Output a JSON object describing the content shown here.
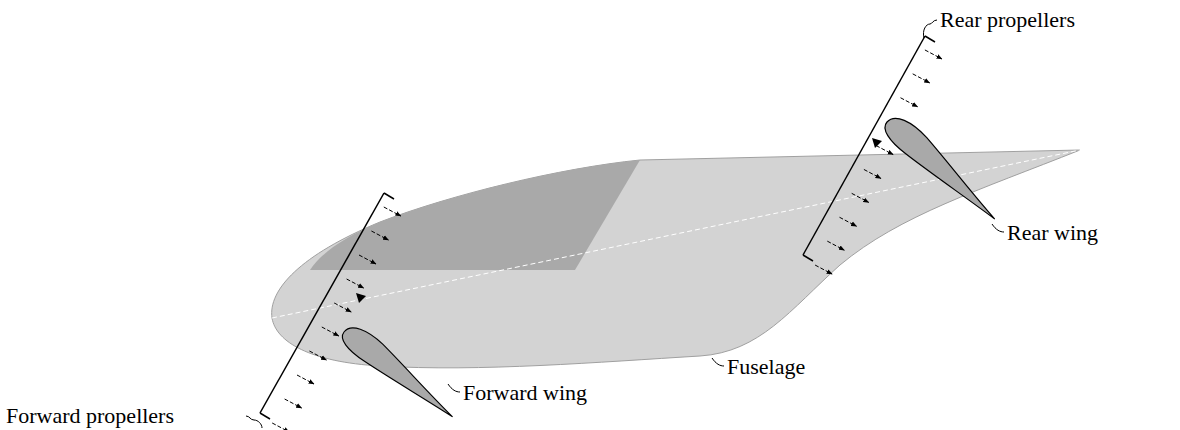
{
  "diagram": {
    "labels": [
      "Rear propellers",
      "Rear wing",
      "Forward propellers",
      "Forward wing",
      "Fuselage"
    ]
  }
}
